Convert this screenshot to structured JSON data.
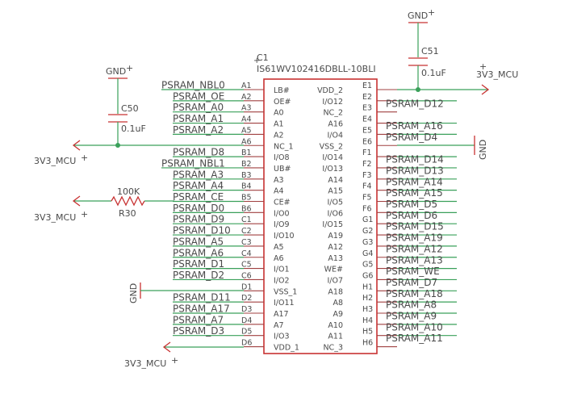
{
  "ic": {
    "ref": "C1",
    "part": "IS61WV102416DBLL-10BLI",
    "left_pins": [
      {
        "num": "A1",
        "name": "LB#",
        "net": "PSRAM_NBL0"
      },
      {
        "num": "A2",
        "name": "OE#",
        "net": "PSRAM_OE"
      },
      {
        "num": "A3",
        "name": "A0",
        "net": "PSRAM_A0"
      },
      {
        "num": "A4",
        "name": "A1",
        "net": "PSRAM_A1"
      },
      {
        "num": "A5",
        "name": "A2",
        "net": "PSRAM_A2"
      },
      {
        "num": "A6",
        "name": "NC_1",
        "net": ""
      },
      {
        "num": "B1",
        "name": "I/O8",
        "net": "PSRAM_D8"
      },
      {
        "num": "B2",
        "name": "UB#",
        "net": "PSRAM_NBL1"
      },
      {
        "num": "B3",
        "name": "A3",
        "net": "PSRAM_A3"
      },
      {
        "num": "B4",
        "name": "A4",
        "net": "PSRAM_A4"
      },
      {
        "num": "B5",
        "name": "CE#",
        "net": "PSRAM_CE"
      },
      {
        "num": "B6",
        "name": "I/O0",
        "net": "PSRAM_D0"
      },
      {
        "num": "C1",
        "name": "I/O9",
        "net": "PSRAM_D9"
      },
      {
        "num": "C2",
        "name": "I/O10",
        "net": "PSRAM_D10"
      },
      {
        "num": "C3",
        "name": "A5",
        "net": "PSRAM_A5"
      },
      {
        "num": "C4",
        "name": "A6",
        "net": "PSRAM_A6"
      },
      {
        "num": "C5",
        "name": "I/O1",
        "net": "PSRAM_D1"
      },
      {
        "num": "C6",
        "name": "I/O2",
        "net": "PSRAM_D2"
      },
      {
        "num": "D1",
        "name": "VSS_1",
        "net": ""
      },
      {
        "num": "D2",
        "name": "I/O11",
        "net": "PSRAM_D11"
      },
      {
        "num": "D3",
        "name": "A17",
        "net": "PSRAM_A17"
      },
      {
        "num": "D4",
        "name": "A7",
        "net": "PSRAM_A7"
      },
      {
        "num": "D5",
        "name": "I/O3",
        "net": "PSRAM_D3"
      },
      {
        "num": "D6",
        "name": "VDD_1",
        "net": ""
      }
    ],
    "right_pins": [
      {
        "num": "E1",
        "name": "VDD_2",
        "net": ""
      },
      {
        "num": "E2",
        "name": "I/O12",
        "net": "PSRAM_D12"
      },
      {
        "num": "E3",
        "name": "NC_2",
        "net": ""
      },
      {
        "num": "E4",
        "name": "A16",
        "net": "PSRAM_A16"
      },
      {
        "num": "E5",
        "name": "I/O4",
        "net": "PSRAM_D4"
      },
      {
        "num": "E6",
        "name": "VSS_2",
        "net": ""
      },
      {
        "num": "F1",
        "name": "I/O14",
        "net": "PSRAM_D14"
      },
      {
        "num": "F2",
        "name": "I/O13",
        "net": "PSRAM_D13"
      },
      {
        "num": "F3",
        "name": "A14",
        "net": "PSRAM_A14"
      },
      {
        "num": "F4",
        "name": "A15",
        "net": "PSRAM_A15"
      },
      {
        "num": "F5",
        "name": "I/O5",
        "net": "PSRAM_D5"
      },
      {
        "num": "F6",
        "name": "I/O6",
        "net": "PSRAM_D6"
      },
      {
        "num": "G1",
        "name": "I/O15",
        "net": "PSRAM_D15"
      },
      {
        "num": "G2",
        "name": "A19",
        "net": "PSRAM_A19"
      },
      {
        "num": "G3",
        "name": "A12",
        "net": "PSRAM_A12"
      },
      {
        "num": "G4",
        "name": "A13",
        "net": "PSRAM_A13"
      },
      {
        "num": "G5",
        "name": "WE#",
        "net": "PSRAM_WE"
      },
      {
        "num": "G6",
        "name": "I/O7",
        "net": "PSRAM_D7"
      },
      {
        "num": "H1",
        "name": "A18",
        "net": "PSRAM_A18"
      },
      {
        "num": "H2",
        "name": "A8",
        "net": "PSRAM_A8"
      },
      {
        "num": "H3",
        "name": "A9",
        "net": "PSRAM_A9"
      },
      {
        "num": "H4",
        "name": "A10",
        "net": "PSRAM_A10"
      },
      {
        "num": "H5",
        "name": "A11",
        "net": "PSRAM_A11"
      },
      {
        "num": "H6",
        "name": "NC_3",
        "net": ""
      }
    ]
  },
  "caps": {
    "c50": {
      "ref": "C50",
      "value": "0.1uF"
    },
    "c51": {
      "ref": "C51",
      "value": "0.1uF"
    }
  },
  "resistor": {
    "ref": "R30",
    "value": "100K"
  },
  "power": {
    "gnd": "GND",
    "v33": "3V3_MCU"
  },
  "colors": {
    "wire": "#3aa05a",
    "symbol": "#c83232",
    "text": "#4a4a4a"
  }
}
